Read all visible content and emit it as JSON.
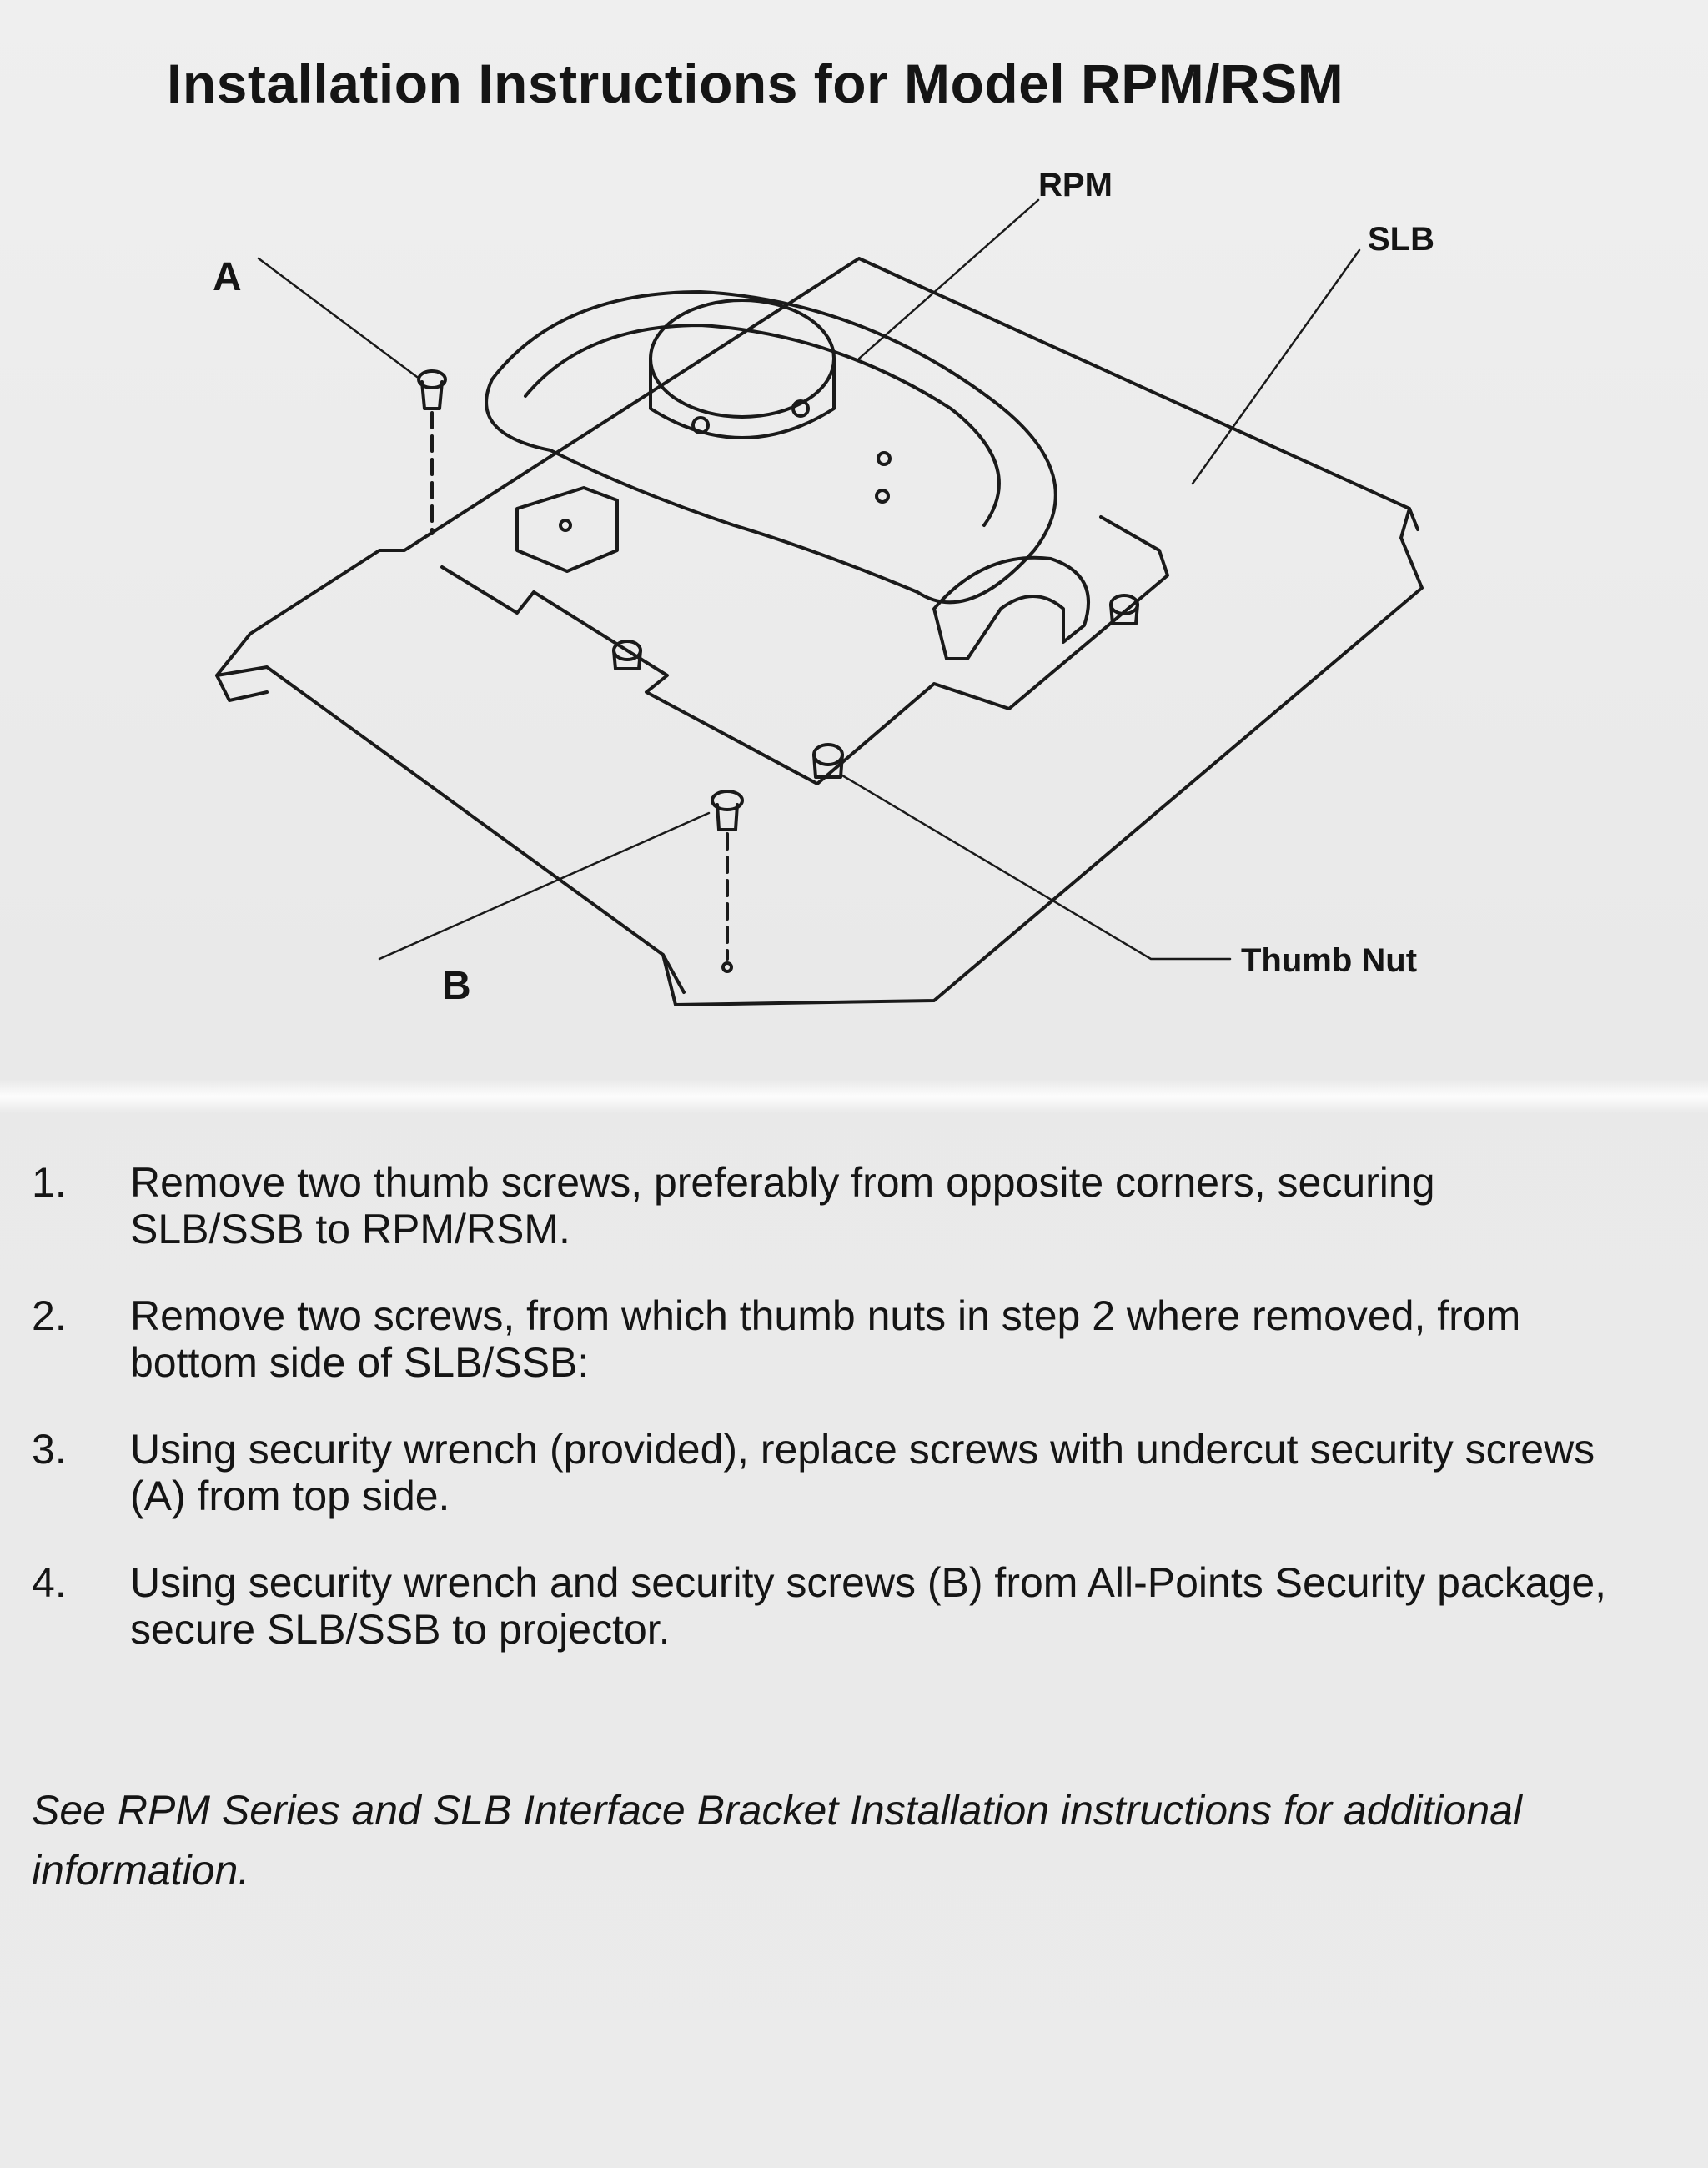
{
  "document": {
    "title": "Installation Instructions for Model RPM/RSM"
  },
  "diagram": {
    "callouts": {
      "a": "A",
      "b": "B",
      "rpm": "RPM",
      "slb": "SLB",
      "thumb_nut": "Thumb Nut"
    }
  },
  "steps": [
    {
      "number": "1.",
      "text": "Remove two thumb screws, preferably from opposite corners, securing SLB/SSB to RPM/RSM."
    },
    {
      "number": "2.",
      "text": "Remove two screws, from which thumb nuts in step 2 where removed, from bottom side of SLB/SSB:"
    },
    {
      "number": "3.",
      "text": "Using security wrench (provided), replace screws with undercut security screws (A) from top side."
    },
    {
      "number": "4.",
      "text": "Using security wrench and security screws (B) from  All-Points Security package, secure SLB/SSB to projector."
    }
  ],
  "footnote": "See RPM Series and SLB Interface Bracket Installation instructions for additional information."
}
